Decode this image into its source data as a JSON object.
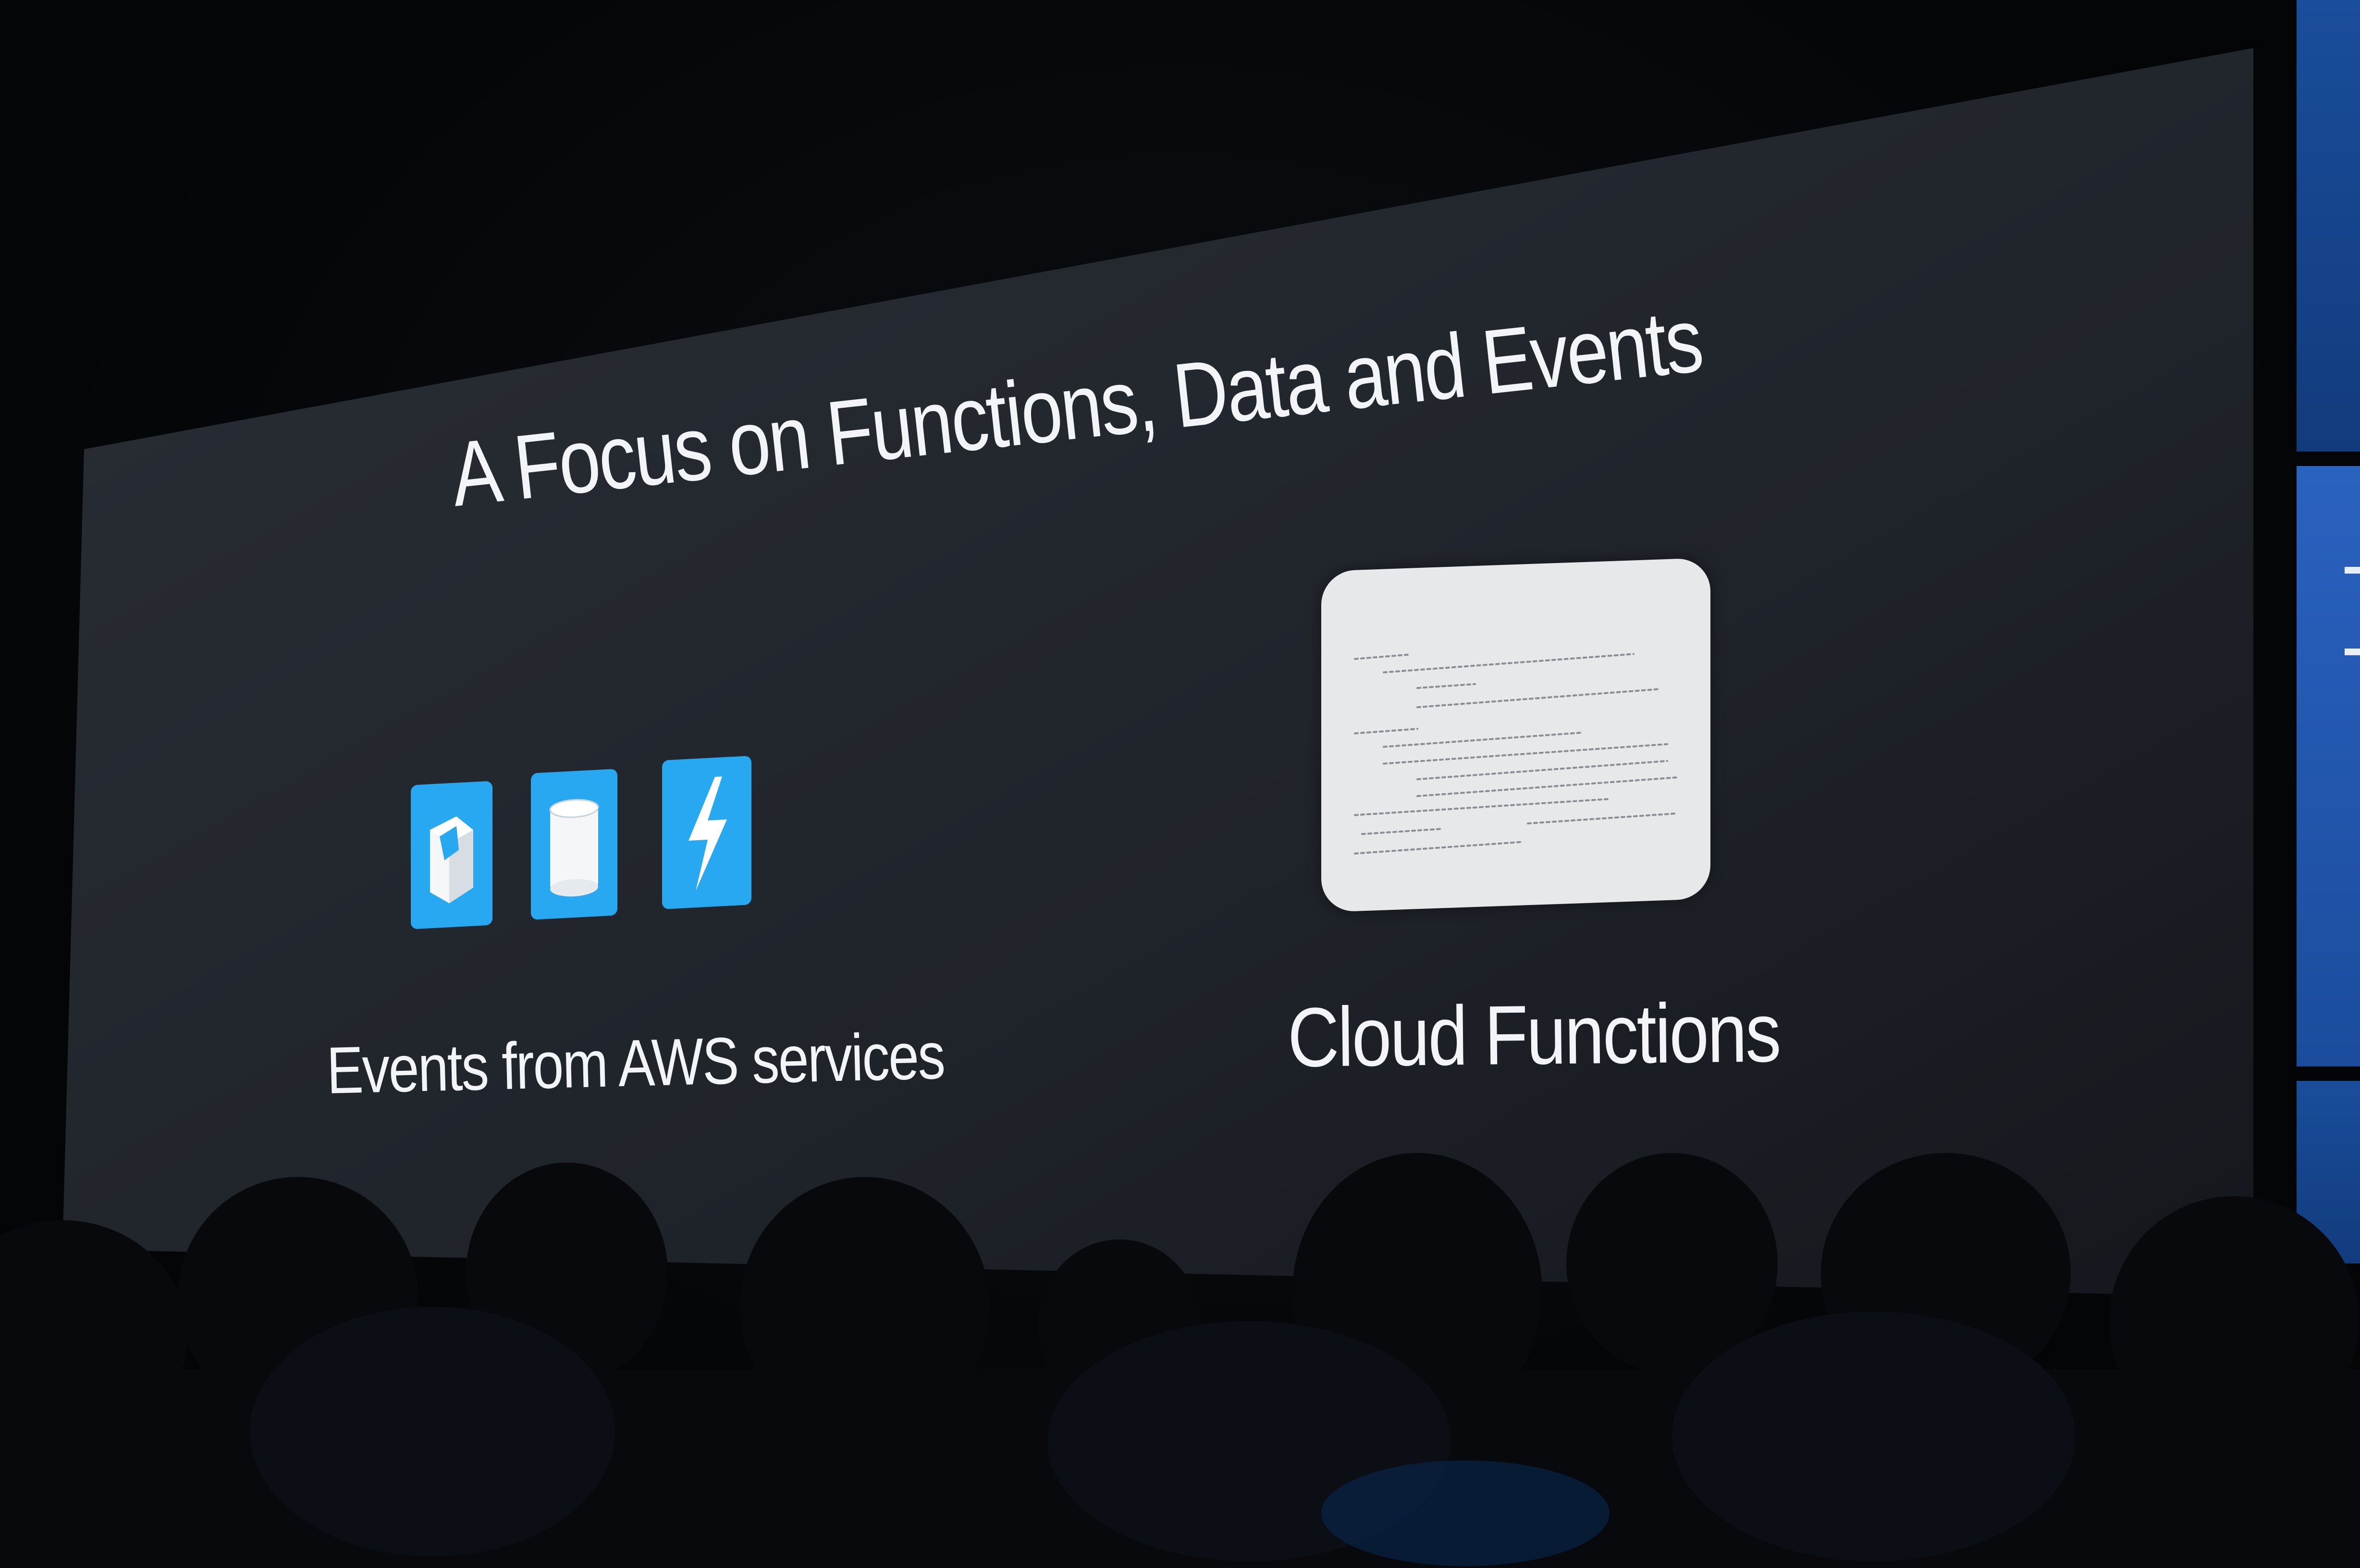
{
  "slide": {
    "title": "A Focus on Functions, Data and Events",
    "left_label": "Events from AWS services",
    "right_label": "Cloud Functions"
  },
  "icons": [
    {
      "name": "s3-bucket-icon",
      "color": "#27a8f0"
    },
    {
      "name": "dynamodb-table-icon",
      "color": "#27a8f0"
    },
    {
      "name": "lambda-bolt-icon",
      "color": "#27a8f0"
    }
  ],
  "colors": {
    "screen_background": "#23272e",
    "text": "#f2f4f7",
    "icon_blue": "#27a8f0",
    "code_card": "#e7e8ea",
    "stage_panel_blue": "#1a4d9c"
  }
}
